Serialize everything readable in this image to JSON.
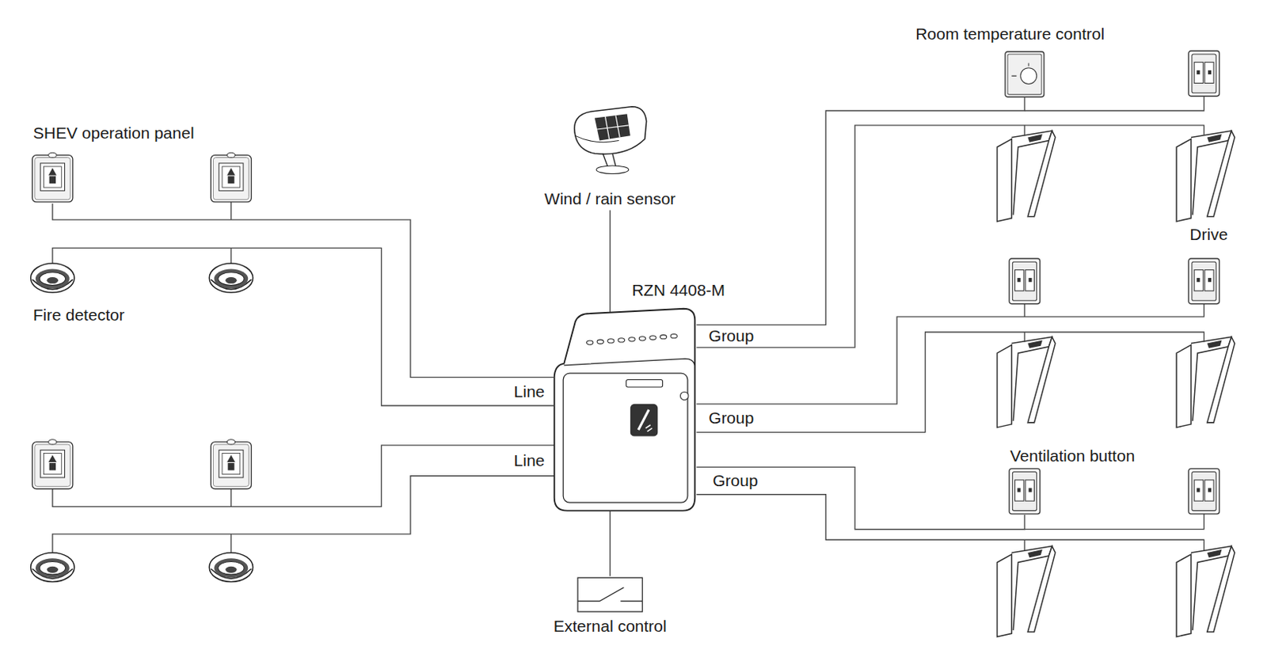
{
  "diagram": {
    "nodes": [
      {
        "text": [
          "SHEV operation panel"
        ]
      },
      {
        "text": [
          "Fire detector"
        ]
      },
      {
        "text": [
          "Wind / rain sensor"
        ]
      },
      {
        "text": [
          "RZN 4408-M"
        ]
      },
      {
        "text": [
          "Room temperature control"
        ]
      },
      {
        "text": [
          "Drive"
        ]
      },
      {
        "text": [
          "Ventilation button"
        ]
      },
      {
        "text": [
          "External control"
        ]
      }
    ],
    "edges": [
      {
        "from": 0,
        "to": 3,
        "arrow": "none",
        "label": "Line"
      },
      {
        "from": 1,
        "to": 3,
        "arrow": "none"
      },
      {
        "from": 2,
        "to": 3,
        "arrow": "none"
      },
      {
        "from": 3,
        "to": 4,
        "arrow": "none",
        "label": "Group"
      },
      {
        "from": 3,
        "to": 5,
        "arrow": "none"
      },
      {
        "from": 3,
        "to": 6,
        "arrow": "none",
        "label": "Group"
      },
      {
        "from": 7,
        "to": 3,
        "arrow": "none"
      }
    ],
    "labels": [
      "Line",
      "Group"
    ]
  }
}
